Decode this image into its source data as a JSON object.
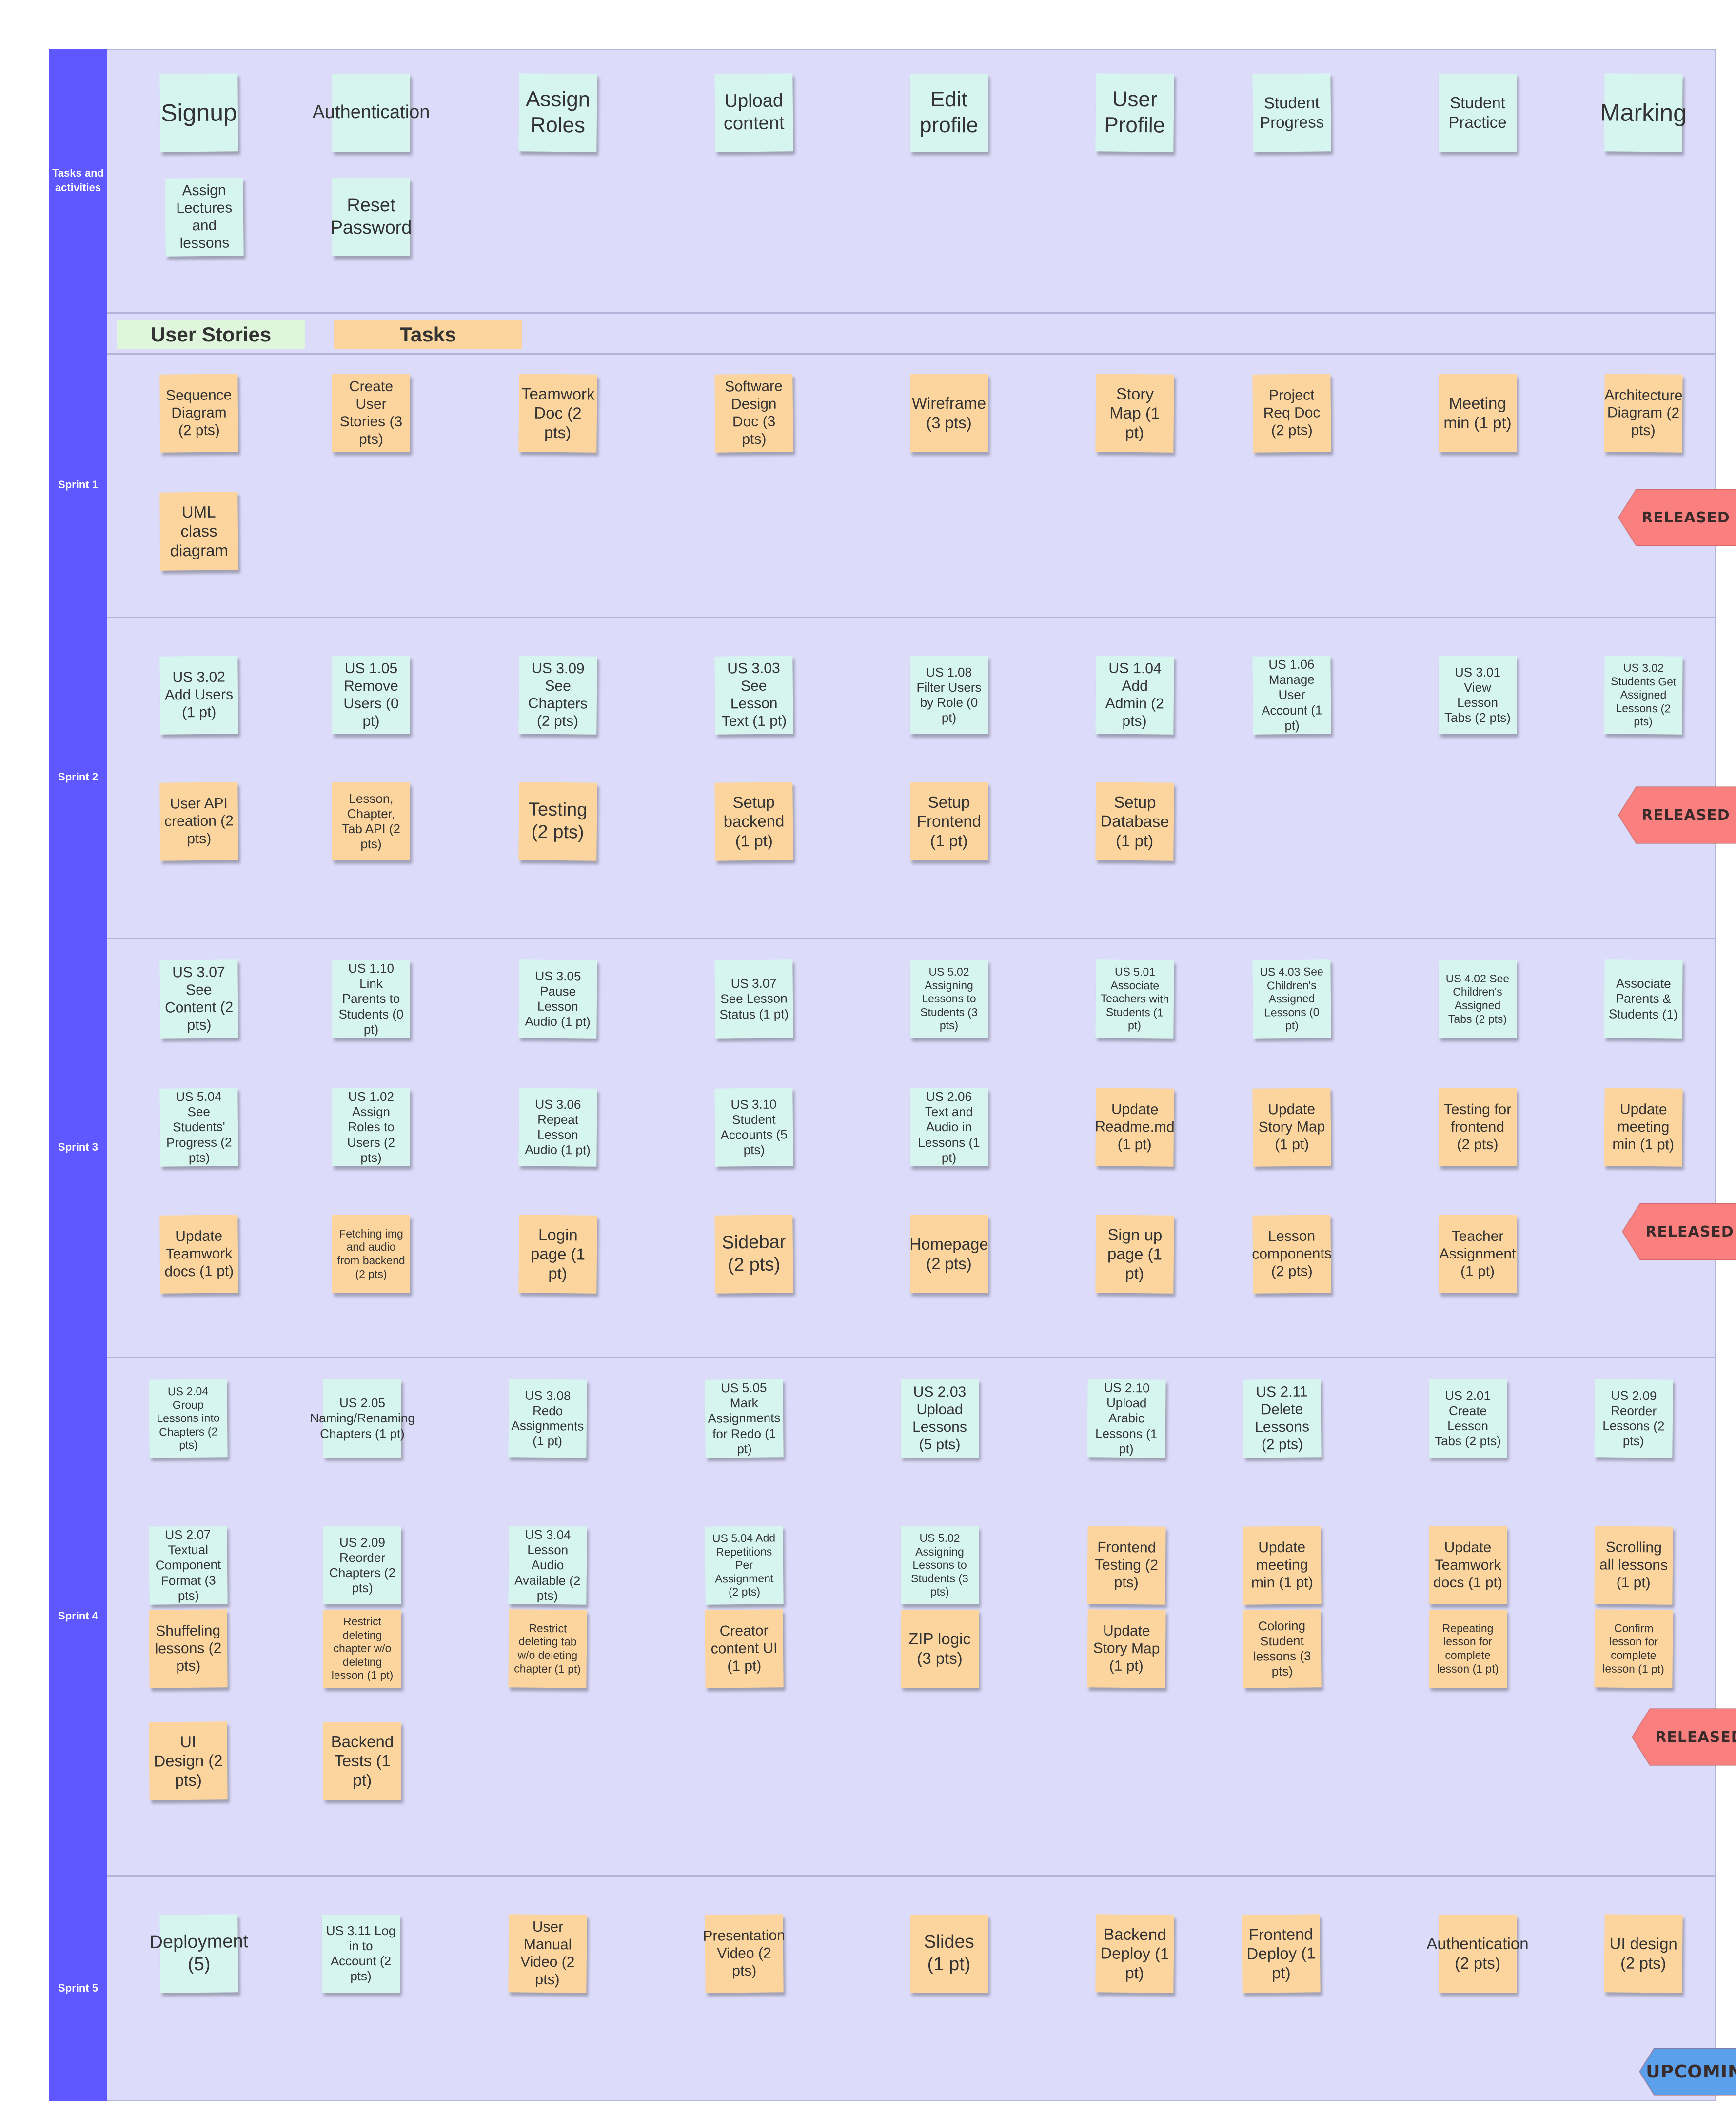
{
  "legend": {
    "user_stories": "User Stories",
    "tasks": "Tasks"
  },
  "colors": {
    "lane_label": "#5f57ff",
    "lane_bg": "#dcdcfa",
    "story": "#d6f5ee",
    "task": "#fcd59e",
    "released": "#fa8080",
    "upcoming": "#5aa0ea"
  },
  "lanes": [
    {
      "label": "Tasks and activities",
      "badge": null,
      "notes": [
        {
          "text": "Signup",
          "type": "story"
        },
        {
          "text": "Authentication",
          "type": "story"
        },
        {
          "text": "Assign Roles",
          "type": "story"
        },
        {
          "text": "Upload content",
          "type": "story"
        },
        {
          "text": "Edit profile",
          "type": "story"
        },
        {
          "text": "User Profile",
          "type": "story"
        },
        {
          "text": "Student Progress",
          "type": "story"
        },
        {
          "text": "Student Practice",
          "type": "story"
        },
        {
          "text": "Marking",
          "type": "story"
        },
        {
          "text": "Assign Lectures and lessons",
          "type": "story"
        },
        {
          "text": "Reset Password",
          "type": "story"
        }
      ]
    },
    {
      "label": "Sprint 1",
      "badge": "RELEASED",
      "notes": [
        {
          "text": "Sequence Diagram (2 pts)",
          "type": "task"
        },
        {
          "text": "Create User Stories (3 pts)",
          "type": "task"
        },
        {
          "text": "Teamwork Doc (2 pts)",
          "type": "task"
        },
        {
          "text": "Software Design Doc (3 pts)",
          "type": "task"
        },
        {
          "text": "Wireframe (3 pts)",
          "type": "task"
        },
        {
          "text": "Story Map (1 pt)",
          "type": "task"
        },
        {
          "text": "Project Req Doc (2 pts)",
          "type": "task"
        },
        {
          "text": "Meeting min (1 pt)",
          "type": "task"
        },
        {
          "text": "Architecture Diagram (2 pts)",
          "type": "task"
        },
        {
          "text": "UML class diagram",
          "type": "task"
        }
      ]
    },
    {
      "label": "Sprint 2",
      "badge": "RELEASED",
      "notes": [
        {
          "text": "US 3.02 Add Users (1 pt)",
          "type": "story"
        },
        {
          "text": "US 1.05 Remove Users (0 pt)",
          "type": "story"
        },
        {
          "text": "US 3.09 See Chapters (2 pts)",
          "type": "story"
        },
        {
          "text": "US 3.03 See Lesson Text (1 pt)",
          "type": "story"
        },
        {
          "text": "US 1.08 Filter Users by Role (0 pt)",
          "type": "story"
        },
        {
          "text": "US 1.04 Add Admin (2 pts)",
          "type": "story"
        },
        {
          "text": "US 1.06 Manage User Account (1 pt)",
          "type": "story"
        },
        {
          "text": "US 3.01 View Lesson Tabs (2 pts)",
          "type": "story"
        },
        {
          "text": "US 3.02 Students Get Assigned Lessons (2 pts)",
          "type": "story"
        },
        {
          "text": "User API creation (2 pts)",
          "type": "task"
        },
        {
          "text": "Lesson, Chapter, Tab API (2 pts)",
          "type": "task"
        },
        {
          "text": "Testing (2 pts)",
          "type": "task"
        },
        {
          "text": "Setup backend (1 pt)",
          "type": "task"
        },
        {
          "text": "Setup Frontend (1 pt)",
          "type": "task"
        },
        {
          "text": "Setup Database (1 pt)",
          "type": "task"
        }
      ]
    },
    {
      "label": "Sprint 3",
      "badge": "RELEASED",
      "notes": [
        {
          "text": "US 3.07 See Content (2 pts)",
          "type": "story"
        },
        {
          "text": "US 1.10 Link Parents to Students (0 pt)",
          "type": "story"
        },
        {
          "text": "US 3.05 Pause Lesson Audio (1 pt)",
          "type": "story"
        },
        {
          "text": "US 3.07 See Lesson Status (1 pt)",
          "type": "story"
        },
        {
          "text": "US 5.02 Assigning Lessons to Students (3 pts)",
          "type": "story"
        },
        {
          "text": "US 5.01 Associate Teachers with Students (1 pt)",
          "type": "story"
        },
        {
          "text": "US 4.03 See Children's Assigned Lessons (0 pt)",
          "type": "story"
        },
        {
          "text": "US 4.02 See Children's Assigned Tabs (2 pts)",
          "type": "story"
        },
        {
          "text": "Associate Parents & Students (1)",
          "type": "story"
        },
        {
          "text": "US 5.04 See Students' Progress (2 pts)",
          "type": "story"
        },
        {
          "text": "US 1.02 Assign Roles to Users (2 pts)",
          "type": "story"
        },
        {
          "text": "US 3.06 Repeat Lesson Audio (1 pt)",
          "type": "story"
        },
        {
          "text": "US 3.10 Student Accounts (5 pts)",
          "type": "story"
        },
        {
          "text": "US 2.06 Text and Audio in Lessons (1 pt)",
          "type": "story"
        },
        {
          "text": "Update Readme.md (1 pt)",
          "type": "task"
        },
        {
          "text": "Update Story Map (1 pt)",
          "type": "task"
        },
        {
          "text": "Testing for frontend (2 pts)",
          "type": "task"
        },
        {
          "text": "Update meeting min (1 pt)",
          "type": "task"
        },
        {
          "text": "Update Teamwork docs (1 pt)",
          "type": "task"
        },
        {
          "text": "Fetching img and audio from backend (2 pts)",
          "type": "task"
        },
        {
          "text": "Login page (1 pt)",
          "type": "task"
        },
        {
          "text": "Sidebar (2 pts)",
          "type": "task"
        },
        {
          "text": "Homepage (2 pts)",
          "type": "task"
        },
        {
          "text": "Sign up page (1 pt)",
          "type": "task"
        },
        {
          "text": "Lesson components (2 pts)",
          "type": "task"
        },
        {
          "text": "Teacher Assignment (1 pt)",
          "type": "task"
        }
      ]
    },
    {
      "label": "Sprint 4",
      "badge": "RELEASED",
      "notes": [
        {
          "text": "US 2.04 Group Lessons into Chapters (2 pts)",
          "type": "story"
        },
        {
          "text": "US 2.05 Naming/Renaming Chapters (1 pt)",
          "type": "story"
        },
        {
          "text": "US 3.08 Redo Assignments (1 pt)",
          "type": "story"
        },
        {
          "text": "US 5.05 Mark Assignments for Redo (1 pt)",
          "type": "story"
        },
        {
          "text": "US 2.03 Upload Lessons (5 pts)",
          "type": "story"
        },
        {
          "text": "US 2.10 Upload Arabic Lessons (1 pt)",
          "type": "story"
        },
        {
          "text": "US 2.11 Delete Lessons (2 pts)",
          "type": "story"
        },
        {
          "text": "US 2.01 Create Lesson Tabs (2 pts)",
          "type": "story"
        },
        {
          "text": "US 2.09 Reorder Lessons (2 pts)",
          "type": "story"
        },
        {
          "text": "US 2.07 Textual Component Format (3 pts)",
          "type": "story"
        },
        {
          "text": "US 2.09 Reorder Chapters (2 pts)",
          "type": "story"
        },
        {
          "text": "US 3.04 Lesson Audio Available (2 pts)",
          "type": "story"
        },
        {
          "text": "US 5.04 Add Repetitions Per Assignment (2 pts)",
          "type": "story"
        },
        {
          "text": "US 5.02 Assigning Lessons to Students (3 pts)",
          "type": "story"
        },
        {
          "text": "Frontend Testing (2 pts)",
          "type": "task"
        },
        {
          "text": "Update meeting min (1 pt)",
          "type": "task"
        },
        {
          "text": "Update Teamwork docs (1 pt)",
          "type": "task"
        },
        {
          "text": "Scrolling all lessons (1 pt)",
          "type": "task"
        },
        {
          "text": "Shuffeling lessons (2 pts)",
          "type": "task"
        },
        {
          "text": "Restrict deleting chapter w/o deleting lesson (1 pt)",
          "type": "task"
        },
        {
          "text": "Restrict deleting tab w/o deleting chapter (1 pt)",
          "type": "task"
        },
        {
          "text": "Creator content UI (1 pt)",
          "type": "task"
        },
        {
          "text": "ZIP logic (3 pts)",
          "type": "task"
        },
        {
          "text": "Update Story Map (1 pt)",
          "type": "task"
        },
        {
          "text": "Coloring Student lessons (3 pts)",
          "type": "task"
        },
        {
          "text": "Repeating lesson for complete lesson (1 pt)",
          "type": "task"
        },
        {
          "text": "Confirm lesson for complete lesson (1 pt)",
          "type": "task"
        },
        {
          "text": "UI Design (2 pts)",
          "type": "task"
        },
        {
          "text": "Backend Tests (1 pt)",
          "type": "task"
        }
      ]
    },
    {
      "label": "Sprint 5",
      "badge": "UPCOMING",
      "notes": [
        {
          "text": "Deployment (5)",
          "type": "story"
        },
        {
          "text": "US 3.11 Log in to Account (2 pts)",
          "type": "story"
        },
        {
          "text": "User Manual Video (2 pts)",
          "type": "task"
        },
        {
          "text": "Presentation Video (2 pts)",
          "type": "task"
        },
        {
          "text": "Slides (1 pt)",
          "type": "task"
        },
        {
          "text": "Backend Deploy (1 pt)",
          "type": "task"
        },
        {
          "text": "Frontend Deploy (1 pt)",
          "type": "task"
        },
        {
          "text": "Authentication (2 pts)",
          "type": "task"
        },
        {
          "text": "UI design (2 pts)",
          "type": "task"
        }
      ]
    }
  ]
}
